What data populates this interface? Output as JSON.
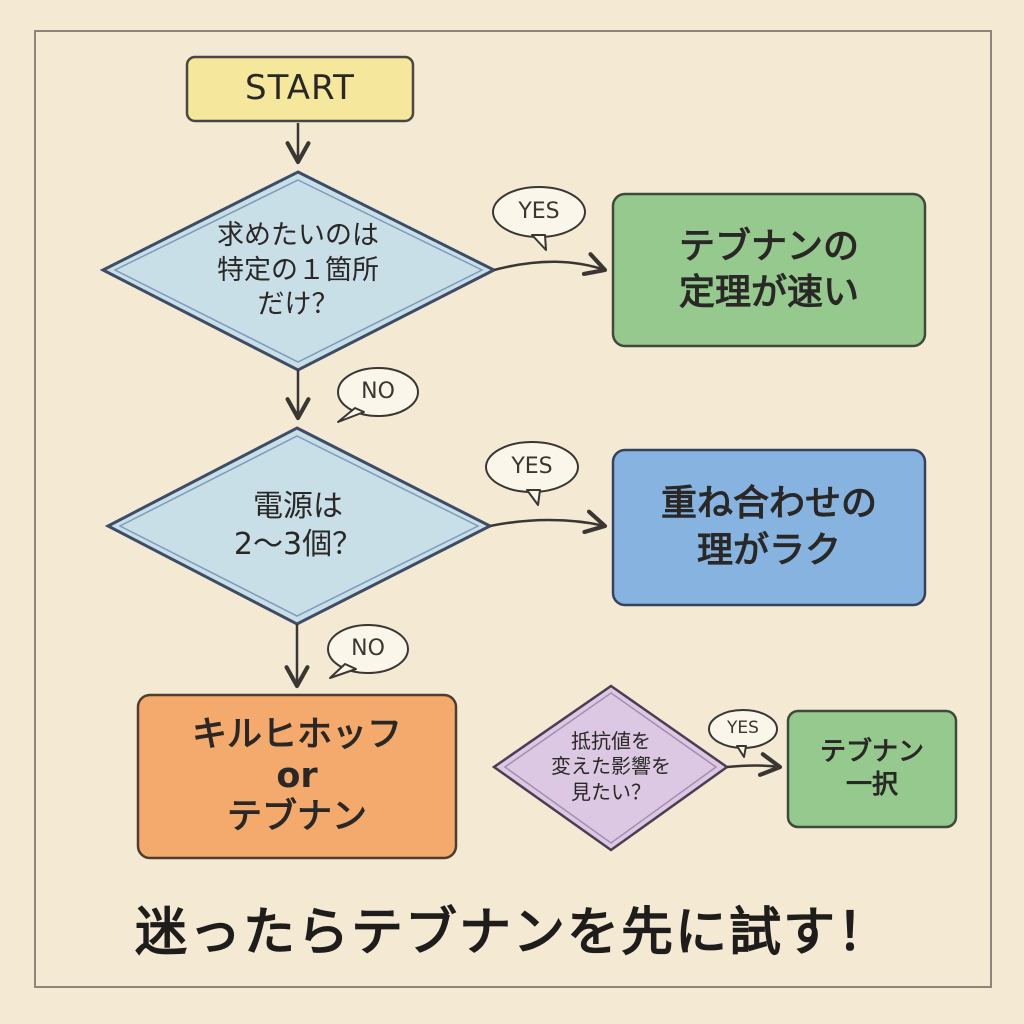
{
  "title": "",
  "nodes": {
    "start": "START",
    "q1": "求めたいのは\n特定の１箇所\nだけ？",
    "q2": "電源は\n2〜3個？",
    "q3": "抵抗値を\n変えた影響を\n見たい？",
    "r1": "テブナンの\n定理が速い",
    "r2": "重ね合わせの\n理がラク",
    "r3": "キルヒホッフ\nor\nテブナン",
    "r4": "テブナン\n一択"
  },
  "edges": {
    "q1_yes": "YES",
    "q1_no": "NO",
    "q2_yes": "YES",
    "q2_no": "NO",
    "q3_yes": "YES"
  },
  "caption": "迷ったらテブナンを先に試す！",
  "colors": {
    "background": "#f4ead4",
    "start": "#f5e79c",
    "decision": "#c9dfe8",
    "decision_purple": "#ddc8e4",
    "green": "#95c98d",
    "blue": "#86b3df",
    "orange": "#f4aa6c",
    "stroke": "#3a3632"
  }
}
